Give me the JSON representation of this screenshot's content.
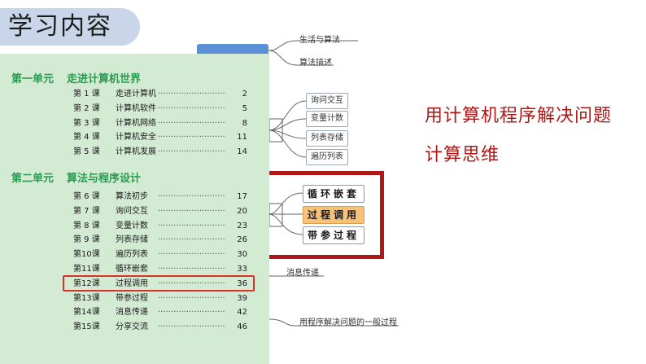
{
  "header": {
    "title": "学习内容"
  },
  "mindmap": {
    "top_labels": [
      "生活与算法",
      "算法描述"
    ],
    "boxes": [
      "询问交互",
      "变量计数",
      "列表存储",
      "遍历列表"
    ],
    "highlight_boxes": [
      "循环嵌套",
      "过程调用",
      "带参过程"
    ],
    "lower_label": "消息传递",
    "bottom_label": "用程序解决问题的一般过程"
  },
  "toc": {
    "units": [
      {
        "num": "第一单元",
        "name": "走进计算机世界",
        "lessons": [
          {
            "no": "第 1 课",
            "name": "走进计算机",
            "page": "2"
          },
          {
            "no": "第 2 课",
            "name": "计算机软件",
            "page": "5"
          },
          {
            "no": "第 3 课",
            "name": "计算机网络",
            "page": "8"
          },
          {
            "no": "第 4 课",
            "name": "计算机安全",
            "page": "11"
          },
          {
            "no": "第 5 课",
            "name": "计算机发展",
            "page": "14"
          }
        ]
      },
      {
        "num": "第二单元",
        "name": "算法与程序设计",
        "lessons": [
          {
            "no": "第 6 课",
            "name": "算法初步",
            "page": "17"
          },
          {
            "no": "第 7 课",
            "name": "询问交互",
            "page": "20"
          },
          {
            "no": "第 8 课",
            "name": "变量计数",
            "page": "23"
          },
          {
            "no": "第 9 课",
            "name": "列表存储",
            "page": "26"
          },
          {
            "no": "第10课",
            "name": "遍历列表",
            "page": "30"
          },
          {
            "no": "第11课",
            "name": "循环嵌套",
            "page": "33"
          },
          {
            "no": "第12课",
            "name": "过程调用",
            "page": "36"
          },
          {
            "no": "第13课",
            "name": "带参过程",
            "page": "39"
          },
          {
            "no": "第14课",
            "name": "消息传递",
            "page": "42"
          },
          {
            "no": "第15课",
            "name": "分享交流",
            "page": "46"
          }
        ]
      }
    ],
    "dots": "··························"
  },
  "right": {
    "line1": "用计算机程序解决问题",
    "line2": "计算思维"
  },
  "colors": {
    "accent_red": "#b01818",
    "unit_green": "#2a9a52",
    "panel_green": "#d3ebd3",
    "highlight_orange": "#f6c27a"
  }
}
